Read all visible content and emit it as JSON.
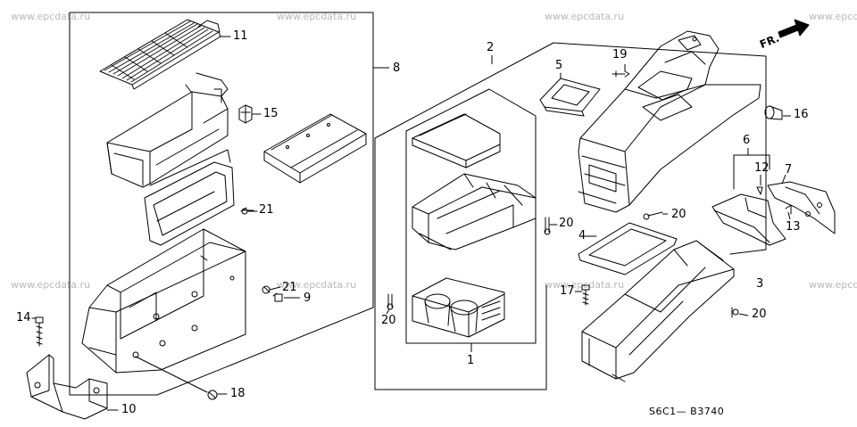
{
  "watermark": "www.epcdata.ru",
  "diagram_code": "S6C1— B3740",
  "direction_label": "FR.",
  "callouts": {
    "c1": "1",
    "c2": "2",
    "c3": "3",
    "c4": "4",
    "c5": "5",
    "c6": "6",
    "c7": "7",
    "c8": "8",
    "c9": "9",
    "c10": "10",
    "c11": "11",
    "c12": "12",
    "c13": "13",
    "c14": "14",
    "c15": "15",
    "c16": "16",
    "c17": "17",
    "c18": "18",
    "c19": "19",
    "c20": "20",
    "c21": "21"
  },
  "colors": {
    "line": "#000000",
    "watermark": "#b9b9b9",
    "background": "#ffffff"
  }
}
